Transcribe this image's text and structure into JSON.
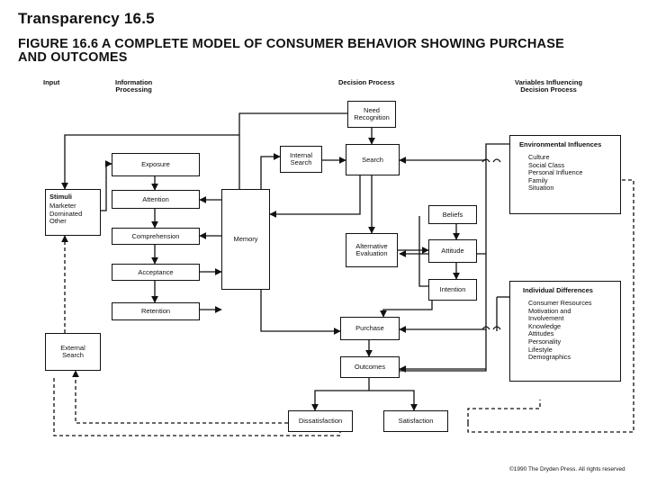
{
  "header": {
    "transparency": "Transparency 16.5",
    "figure_line1": "FIGURE 16.6  A COMPLETE MODEL OF CONSUMER BEHAVIOR SHOWING PURCHASE",
    "figure_line2": "AND OUTCOMES"
  },
  "columns": {
    "input": "Input",
    "info_processing": "Information\nProcessing",
    "decision_process": "Decision Process",
    "variables": "Variables Influencing\nDecision Process"
  },
  "boxes": {
    "need_recognition": "Need\nRecognition",
    "internal_search": "Internal\nSearch",
    "search": "Search",
    "exposure": "Exposure",
    "attention": "Attention",
    "comprehension": "Comprehension",
    "acceptance": "Acceptance",
    "retention": "Retention",
    "memory": "Memory",
    "stimuli_title": "Stimuli",
    "stimuli_body": "Marketer\n   Dominated\nOther",
    "alternative_evaluation": "Alternative\nEvaluation",
    "beliefs": "Beliefs",
    "attitude": "Attitude",
    "intention": "Intention",
    "purchase": "Purchase",
    "outcomes": "Outcomes",
    "external_search": "External\nSearch",
    "dissatisfaction": "Dissatisfaction",
    "satisfaction": "Satisfaction"
  },
  "environmental": {
    "title": "Environmental Influences",
    "items": "Culture\nSocial Class\nPersonal Influence\nFamily\nSituation"
  },
  "individual": {
    "title": "Individual Differences",
    "items": "Consumer Resources\nMotivation and\n    Involvement\nKnowledge\nAttitudes\nPersonality\nLifestyle\nDemographics"
  },
  "footer": {
    "copyright": "©1990 The Dryden Press. All rights reserved"
  }
}
